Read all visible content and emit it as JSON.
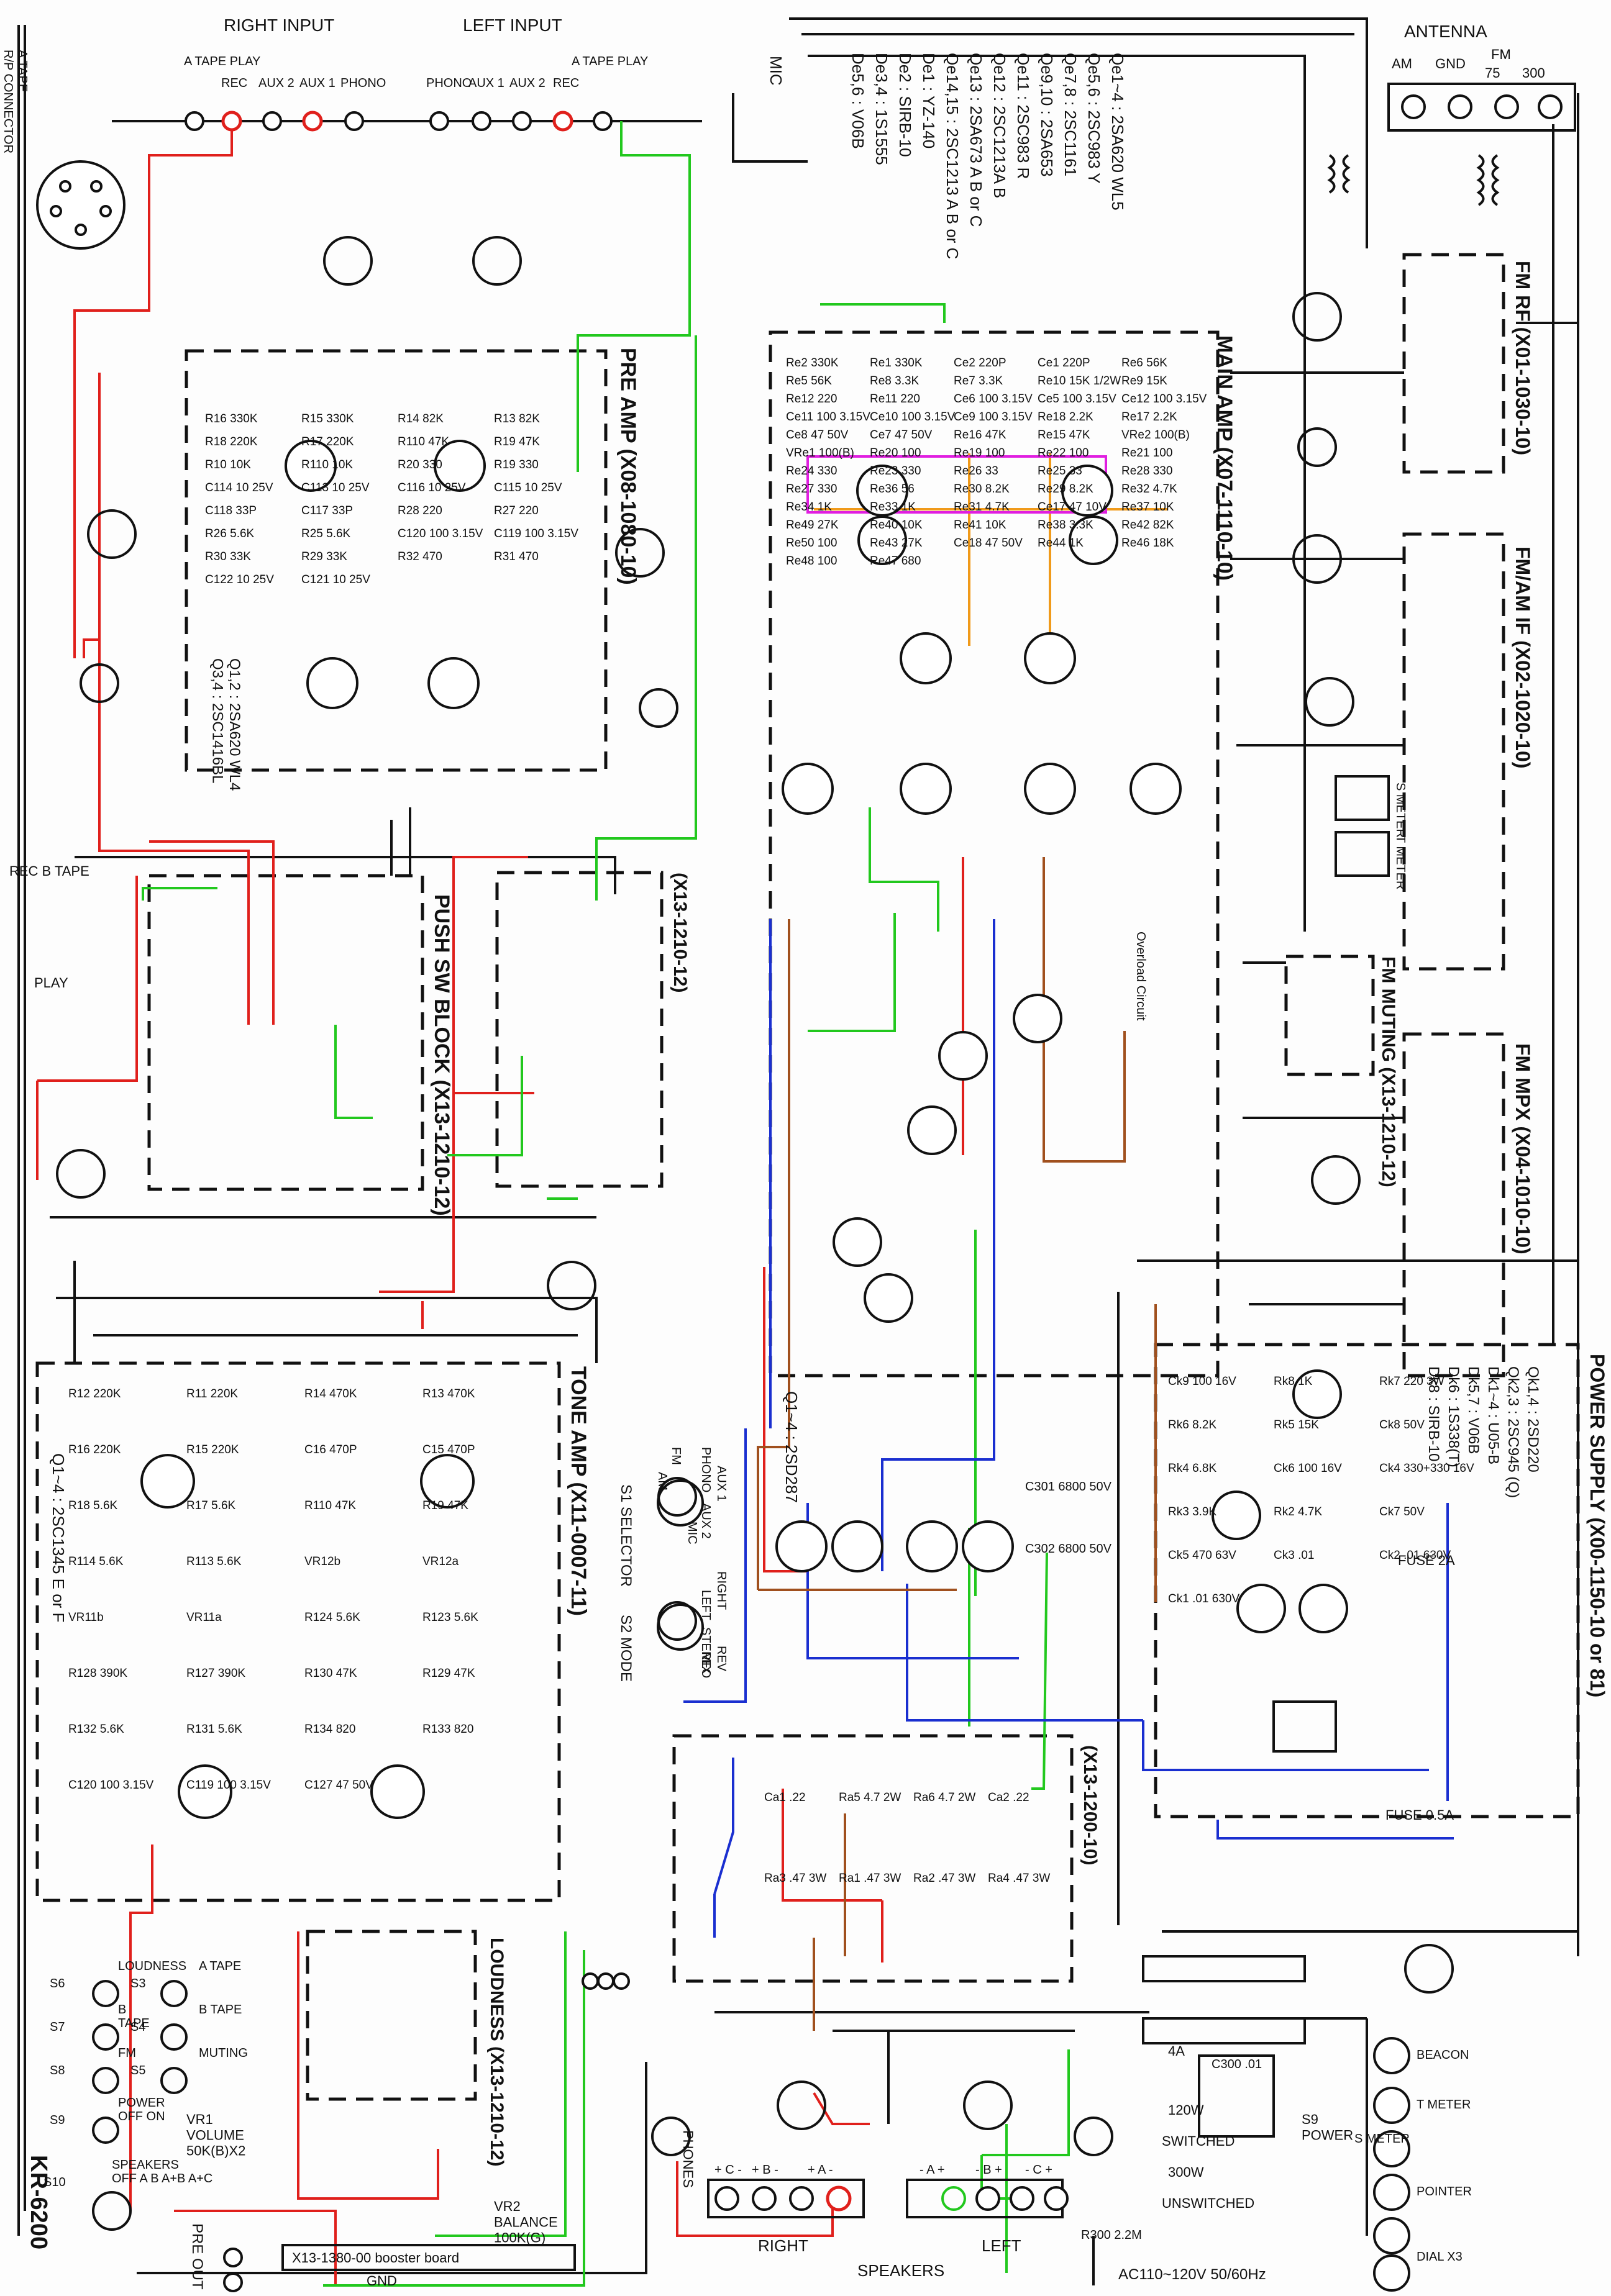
{
  "model": "KR-6200",
  "top_labels": {
    "right_input": "RIGHT INPUT",
    "left_input": "LEFT INPUT",
    "antenna": "ANTENNA",
    "ant_am": "AM",
    "ant_gnd": "GND",
    "ant_fm": "FM",
    "ant_75": "75",
    "ant_300": "300",
    "mic": "MIC",
    "rp_connector": "A TAPE\nR/P CONNECTOR"
  },
  "right_jacks": [
    "A TAPE PLAY",
    "REC",
    "AUX 2",
    "AUX 1",
    "PHONO"
  ],
  "left_jacks": [
    "PHONO",
    "AUX 1",
    "AUX 2",
    "REC",
    "A TAPE PLAY"
  ],
  "transistor_list": [
    "Qe1~4 : 2SA620 WL5",
    "Qe5,6 : 2SC983 Y",
    "Qe7,8 : 2SC1161",
    "Qe9,10 : 2SA653",
    "Qe11 : 2SC983 R",
    "Qe12 : 2SC1213A B",
    "Qe13 : 2SA673 A B or C",
    "Qe14,15 : 2SC1213 A B or C",
    "De1 : YZ-140",
    "De2 : SIRB-10",
    "De3,4 : 1S1555",
    "De5,6 : V06B"
  ],
  "blocks": {
    "pre_amp": "PRE AMP (X08-1080-10)",
    "pre_amp_tr": "Q1,2 : 2SA620 WL4\nQ3,4 : 2SC1416BL",
    "main_amp": "MAIN AMP (X07-1110-10)",
    "push_sw": "PUSH SW BLOCK (X13-1210-12)",
    "x13_1210_12": "(X13-1210-12)",
    "fm_rf": "FM RF (X01-1030-10)",
    "fm_am_if": "FM/AM IF (X02-1020-10)",
    "fm_muting": "FM MUTING (X13-1210-12)",
    "fm_mpx": "FM MPX (X04-1010-10)",
    "tone_amp": "TONE AMP (X11-0007-11)",
    "tone_tr": "Q1~4 : 2SC1345 E or F",
    "loudness": "LOUDNESS (X13-1210-12)",
    "power_supply": "POWER SUPPLY (X00-1150-10 or 81)",
    "ps_list": "Qk1,4 : 2SD220\nQk2,3 : 2SC945 (Q)\nDk1~4 : U05-B\nDk5,7 : V06B\nDk6 : 1S338(T)\nDk8 : SIRB-10",
    "x13_1200": "(X13-1200-10)",
    "output_tr": "Q1~4 : 2SD287",
    "booster": "X13-1380-00 booster board"
  },
  "labels": {
    "overload": "Overload Circuit",
    "s_meter": "S METER",
    "t_meter": "T METER",
    "s1_selector": "S1 SELECTOR",
    "s2_mode": "S2 MODE",
    "selector_fm": "FM",
    "selector_am": "AM",
    "selector_phono": "PHONO",
    "selector_aux1": "AUX 1",
    "selector_aux2": "AUX 2",
    "selector_mic": "MIC",
    "mode_left": "LEFT",
    "mode_right": "RIGHT",
    "mode_stereo": "STEREO",
    "mode_rev": "REV",
    "mode_mix": "MIX",
    "rec_b_tape": "REC   B TAPE",
    "play": "PLAY",
    "vr1": "VR1\nVOLUME\n50K(B)X2",
    "vr2": "VR2\nBALANCE\n100K(G)",
    "pre_out": "PRE OUT",
    "gnd": "GND",
    "phones": "PHONES",
    "speakers_right": "RIGHT",
    "speakers": "SPEAKERS",
    "speakers_left": "LEFT",
    "ac_in": "AC110~120V 50/60Hz",
    "switched": "SWITCHED",
    "unswitched": "UNSWITCHED",
    "power_120w": "120W",
    "power_300w": "300W",
    "s9_power": "S9\nPOWER",
    "beacon": "BEACON",
    "t_meter_lamp": "T METER",
    "s_meter_lamp": "S METER",
    "pointer": "POINTER",
    "dial_x3": "DIAL X3",
    "fuse_2a": "FUSE 2A",
    "fuse_05a": "FUSE 0.5A",
    "fuse_4a": "4A",
    "r300": "R300 2.2M",
    "c300": "C300 .01",
    "c301": "C301 6800 50V",
    "c302": "C302 6800 50V"
  },
  "switch_legend": [
    {
      "sw": "S6",
      "a": "LOUDNESS",
      "b": ""
    },
    {
      "sw": "S3",
      "a": "A TAPE",
      "b": ""
    },
    {
      "sw": "S7",
      "a": "B",
      "b": "TAPE"
    },
    {
      "sw": "S4",
      "a": "B TAPE",
      "b": ""
    },
    {
      "sw": "S8",
      "a": "FM",
      "b": ""
    },
    {
      "sw": "S5",
      "a": "MUTING",
      "b": ""
    },
    {
      "sw": "S9",
      "a": "POWER",
      "b": "OFF ON"
    },
    {
      "sw": "S10",
      "a": "SPEAKERS",
      "b": "OFF A B A+B A+C"
    }
  ],
  "speaker_terms_right": [
    "+ C -",
    "+ B -",
    "+ A -"
  ],
  "speaker_terms_left": [
    "- A +",
    "- B +",
    "- C +"
  ],
  "pre_parts": [
    "R16 330K",
    "R15 330K",
    "R14 82K",
    "R13 82K",
    "R18 220K",
    "R17 220K",
    "R110 47K",
    "R19 47K",
    "R10 10K",
    "R110 10K",
    "R20 330",
    "R19 330",
    "C114 10 25V",
    "C113 10 25V",
    "C116 10 25V",
    "C115 10 25V",
    "C118 33P",
    "C117 33P",
    "R28 220",
    "R27 220",
    "R26 5.6K",
    "R25 5.6K",
    "C120 100 3.15V",
    "C119 100 3.15V",
    "R30 33K",
    "R29 33K",
    "R32 470",
    "R31 470",
    "C122 10 25V",
    "C121 10 25V"
  ],
  "main_parts": [
    "Re2 330K",
    "Re1 330K",
    "Ce2 220P",
    "Ce1 220P",
    "Re6 56K",
    "Re5 56K",
    "Re8 3.3K",
    "Re7 3.3K",
    "Re10 15K 1/2W",
    "Re9 15K",
    "Re12 220",
    "Re11 220",
    "Ce6 100 3.15V",
    "Ce5 100 3.15V",
    "Ce12 100 3.15V",
    "Ce11 100 3.15V",
    "Ce10 100 3.15V",
    "Ce9 100 3.15V",
    "Re18 2.2K",
    "Re17 2.2K",
    "Ce8 47 50V",
    "Ce7 47 50V",
    "Re16 47K",
    "Re15 47K",
    "VRe2 100(B)",
    "VRe1 100(B)",
    "Re20 100",
    "Re19 100",
    "Re22 100",
    "Re21 100",
    "Re24 330",
    "Re23 330",
    "Re26 33",
    "Re25 33",
    "Re28 330",
    "Re27 330",
    "Re36 56",
    "Re30 8.2K",
    "Re29 8.2K",
    "Re32 4.7K",
    "Re34 1K",
    "Re33 1K",
    "Re31 4.7K",
    "Ce17 47 10V",
    "Re37 10K",
    "Re49 27K",
    "Re40 10K",
    "Re41 10K",
    "Re38 3.3K",
    "Re42 82K",
    "Re50 100",
    "Re43 27K",
    "Ce18 47 50V",
    "Re44 1K",
    "Re46 18K",
    "Re48 100",
    "Re47 680"
  ],
  "tone_parts": [
    "R12 220K",
    "R11 220K",
    "R14 470K",
    "R13 470K",
    "R16 220K",
    "R15 220K",
    "C16 470P",
    "C15 470P",
    "R18 5.6K",
    "R17 5.6K",
    "R110 47K",
    "R19 47K",
    "R114 5.6K",
    "R113 5.6K",
    "VR12b",
    "VR12a",
    "VR11b",
    "VR11a",
    "R124 5.6K",
    "R123 5.6K",
    "R128 390K",
    "R127 390K",
    "R130 47K",
    "R129 47K",
    "R132 5.6K",
    "R131 5.6K",
    "R134 820",
    "R133 820",
    "C120 100 3.15V",
    "C119 100 3.15V",
    "C127 47 50V"
  ],
  "ps_parts": [
    "Ck9 100 16V",
    "Rk8 1K",
    "Rk7 220 3W",
    "Rk6 8.2K",
    "Rk5 15K",
    "Ck8 50V",
    "Rk4 6.8K",
    "Ck6 100 16V",
    "Ck4 330+330 16V",
    "Rk3 3.9K",
    "Rk2 4.7K",
    "Ck7 50V",
    "Ck5 470 63V",
    "Ck3 .01",
    "Ck2 .01 630V",
    "Ck1 .01 630V"
  ],
  "x13_parts": [
    "Ca1 .22",
    "Ra5 4.7 2W",
    "Ra6 4.7 2W",
    "Ca2 .22",
    "Ra3 .47 3W",
    "Ra1 .47 3W",
    "Ra2 .47 3W",
    "Ra4 .47 3W"
  ]
}
